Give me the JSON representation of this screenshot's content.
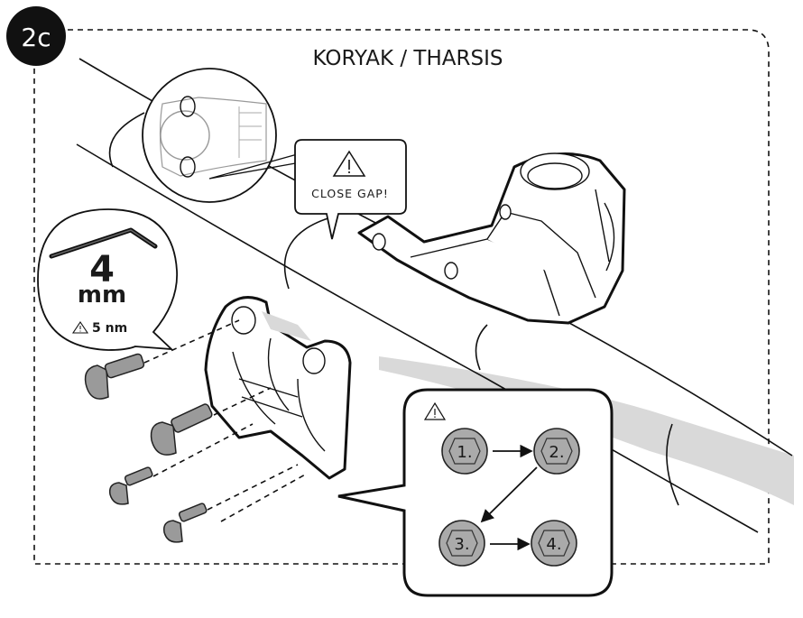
{
  "step_badge": "2c",
  "title": "KORYAK / THARSIS",
  "callout_close_gap": {
    "icon": "warning-triangle-icon",
    "text": "CLOSE GAP!"
  },
  "tool": {
    "icon": "hex-key-icon",
    "size": "4",
    "unit": "mm",
    "torque_icon": "warning-triangle-icon",
    "torque": "5 nm"
  },
  "tightening_sequence": {
    "icon": "warning-triangle-icon",
    "steps": [
      "1.",
      "2.",
      "3.",
      "4."
    ]
  },
  "colors": {
    "badge": "#111111",
    "bolt": "#9a9a9a",
    "shade": "#d9d9d9"
  }
}
